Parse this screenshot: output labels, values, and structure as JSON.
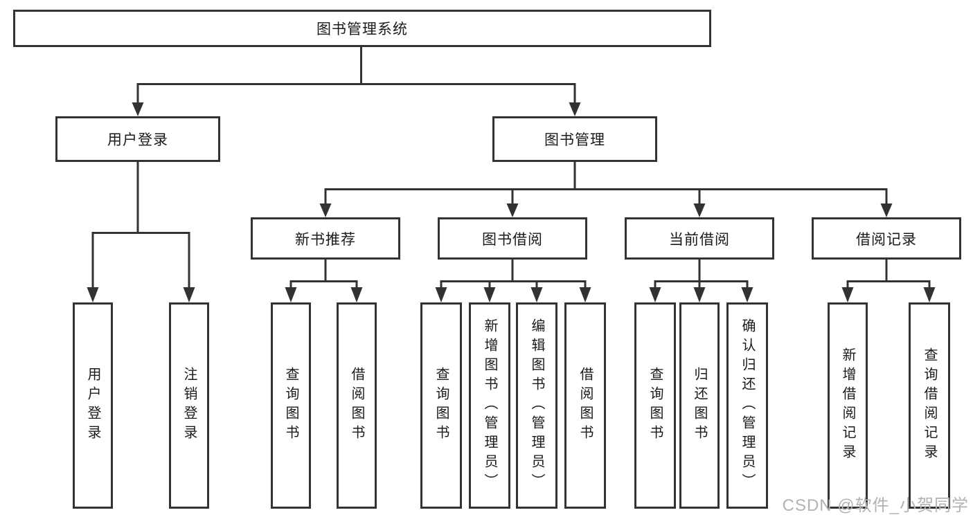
{
  "diagram": {
    "title_node": {
      "label": "图书管理系统"
    },
    "level2": [
      {
        "label": "用户登录"
      },
      {
        "label": "图书管理"
      }
    ],
    "level3": [
      {
        "label": "新书推荐",
        "parent": "图书管理"
      },
      {
        "label": "图书借阅",
        "parent": "图书管理"
      },
      {
        "label": "当前借阅",
        "parent": "图书管理"
      },
      {
        "label": "借阅记录",
        "parent": "图书管理"
      }
    ],
    "leaves": [
      {
        "label": "用户登录",
        "parent": "用户登录"
      },
      {
        "label": "注销登录",
        "parent": "用户登录"
      },
      {
        "label": "查询图书",
        "parent": "新书推荐"
      },
      {
        "label": "借阅图书",
        "parent": "新书推荐"
      },
      {
        "label": "查询图书",
        "parent": "图书借阅"
      },
      {
        "label": "新增图书（管理员）",
        "parent": "图书借阅"
      },
      {
        "label": "编辑图书（管理员）",
        "parent": "图书借阅"
      },
      {
        "label": "借阅图书",
        "parent": "图书借阅"
      },
      {
        "label": "查询图书",
        "parent": "当前借阅"
      },
      {
        "label": "归还图书",
        "parent": "当前借阅"
      },
      {
        "label": "确认归还（管理员）",
        "parent": "当前借阅"
      },
      {
        "label": "新增借阅记录",
        "parent": "借阅记录"
      },
      {
        "label": "查询借阅记录",
        "parent": "借阅记录"
      }
    ]
  },
  "watermark": {
    "text": "CSDN @软件_小贺同学"
  },
  "colors": {
    "line": "#323232",
    "text": "#1a1a1a",
    "background": "#ffffff",
    "watermark": "#b3b3b3"
  }
}
